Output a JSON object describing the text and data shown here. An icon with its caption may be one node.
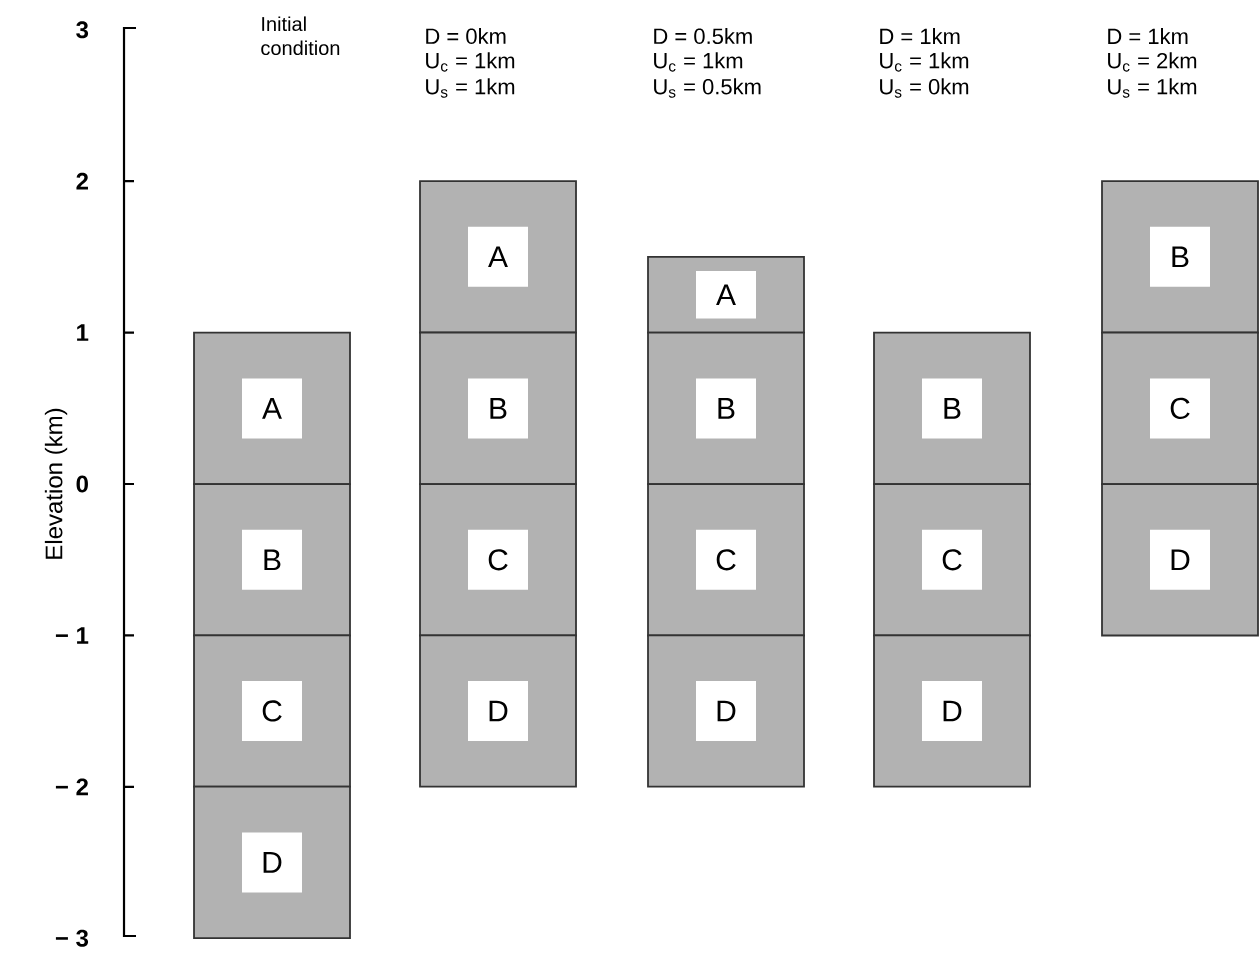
{
  "diagram": {
    "nodes": [
      {
        "text": [
          "A"
        ]
      },
      {
        "text": [
          "B"
        ]
      },
      {
        "text": [
          "C"
        ]
      },
      {
        "text": [
          "D"
        ]
      },
      {
        "text": [
          "A"
        ]
      },
      {
        "text": [
          "B"
        ]
      },
      {
        "text": [
          "C"
        ]
      },
      {
        "text": [
          "D"
        ]
      },
      {
        "text": [
          "A"
        ]
      },
      {
        "text": [
          "B"
        ]
      },
      {
        "text": [
          "C"
        ]
      },
      {
        "text": [
          "D"
        ]
      },
      {
        "text": [
          "B"
        ]
      },
      {
        "text": [
          "C"
        ]
      },
      {
        "text": [
          "D"
        ]
      },
      {
        "text": [
          "B"
        ]
      },
      {
        "text": [
          "C"
        ]
      },
      {
        "text": [
          "D"
        ]
      }
    ],
    "labels": [
      "Initial condition",
      "D = 0km",
      "D = 0.5km",
      "D = 1km",
      "D = 1km",
      "U$_{c}$ = 1km",
      "U$_{c}$ = 1km",
      "U$_{c}$ = 1km",
      "U$_{c}$ = 2km",
      "U$_{s}$ = 1km",
      "U$_{s}$ = 0.5km",
      "U$_{s}$ = 0km",
      "U$_{s}$ = 1km",
      "3",
      "2",
      "1",
      "0",
      "− 1",
      "− 2",
      "− 3",
      "Elevation (km)"
    ]
  }
}
